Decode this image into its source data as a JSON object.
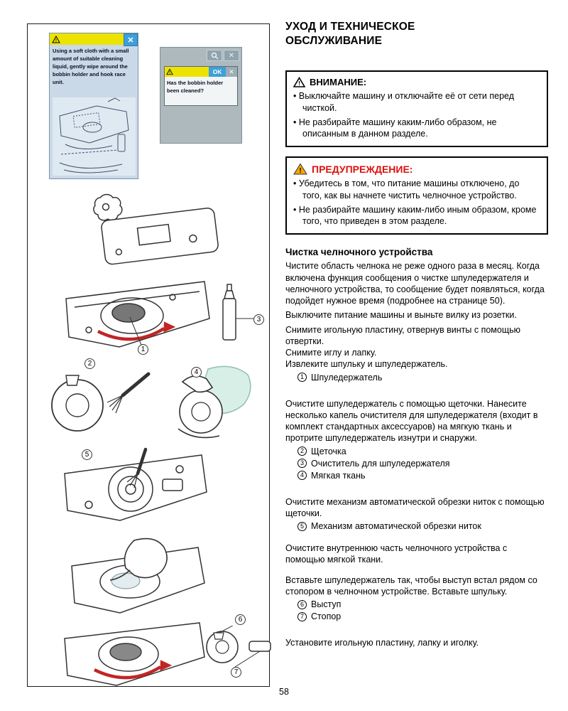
{
  "page": {
    "number": "58"
  },
  "header": {
    "title_line1": "УХОД И ТЕХНИЧЕСКОЕ",
    "title_line2": "ОБСЛУЖИВАНИЕ"
  },
  "icons": {
    "close_glyph": "✕",
    "exclamation": "!"
  },
  "colors": {
    "warning_title_red": "#dd1111",
    "lcd_bar_yellow": "#ede300",
    "ok_button_blue": "#3f9fd8",
    "arrow_red": "#c22525"
  },
  "lcd_left": {
    "message": "Using a soft cloth with a small amount of suitable cleaning liquid, gently wipe around the bobbin holder and hook race unit."
  },
  "lcd_right": {
    "ok_label": "OK",
    "message": "Has the bobbin holder been cleaned?"
  },
  "caution_box": {
    "title": "ВНИМАНИЕ:",
    "bullet1": "Выключайте машину и отключайте её от сети перед чисткой.",
    "bullet2": "Не разбирайте машину каким-либо образом, не описанным в данном разделе."
  },
  "warning_box": {
    "title": "ПРЕДУПРЕЖДЕНИЕ:",
    "bullet1": "Убедитесь в том, что питание машины отключено, до того, как вы начнете чистить челночное устройство.",
    "bullet2": "Не разбирайте машину каким-либо иным образом, кроме того, что приведен в этом разделе."
  },
  "section": {
    "heading": "Чистка челночного устройства",
    "p1": "Чистите область челнока не реже одного раза в месяц. Когда включена функция сообщения о чистке шпуледержателя и челночного устройства, то сообщение будет появляться, когда подойдет нужное время (подробнее на странице 50).",
    "p2": "Выключите питание машины и выньте вилку из розетки.",
    "p3": "Снимите игольную пластину, отвернув винты с помощью отвертки.",
    "p4": "Снимите иглу и лапку.",
    "p5": "Извлеките шпульку и шпуледержатель.",
    "p6": "Очистите шпуледержатель с помощью щеточки. Нанесите несколько капель очистителя для шпуледержателя (входит в комплект стандартных аксессуаров) на мягкую ткань и протрите шпуледержатель изнутри и снаружи.",
    "p7": "Очистите механизм автоматической обрезки ниток с помощью щеточки.",
    "p8": "Очистите внутреннюю часть челночного устройства с помощью мягкой ткани.",
    "p9": "Вставьте шпуледержатель так, чтобы выступ встал рядом со стопором в челночном устройстве. Вставьте шпульку.",
    "p10": "Установите игольную пластину, лапку и иголку."
  },
  "callouts": {
    "c1": {
      "num": "1",
      "label": "Шпуледержатель"
    },
    "c2": {
      "num": "2",
      "label": "Щеточка"
    },
    "c3": {
      "num": "3",
      "label": "Очиститель для шпуледержателя"
    },
    "c4": {
      "num": "4",
      "label": "Мягкая ткань"
    },
    "c5": {
      "num": "5",
      "label": "Механизм автоматической обрезки ниток"
    },
    "c6": {
      "num": "6",
      "label": "Выступ"
    },
    "c7": {
      "num": "7",
      "label": "Стопор"
    }
  }
}
